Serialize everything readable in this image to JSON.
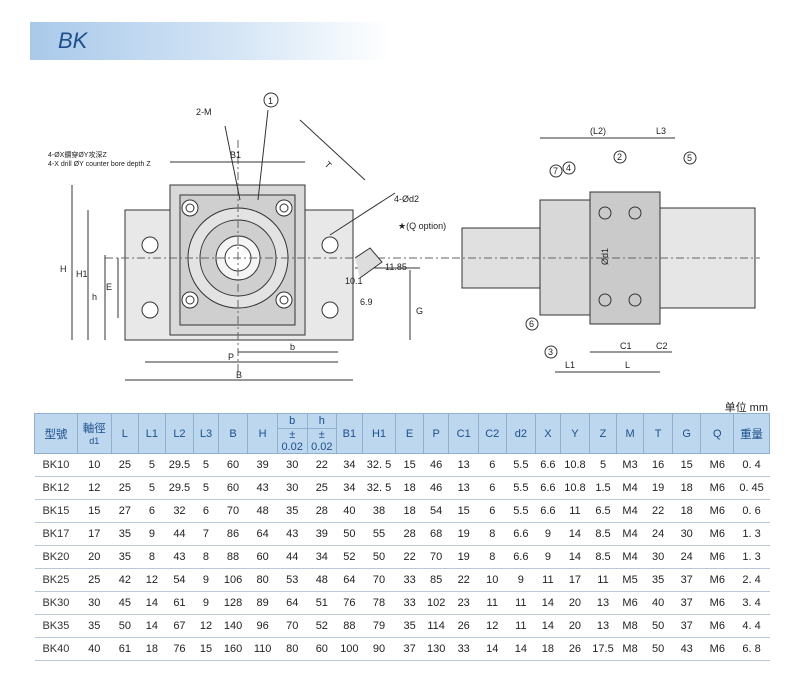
{
  "banner": {
    "title": "BK"
  },
  "drawing_labels": {
    "m2": "2-M",
    "c1": "1",
    "drill_cn": "4-ØX鑽穿ØY攻深Z",
    "drill_en": "4-X drill ØY counter bore depth Z",
    "B1": "B1",
    "T": "T",
    "d2": "4-Ød2",
    "qopt": "★(Q option)",
    "v1185": "11.85",
    "v101": "10.1",
    "v69": "6.9",
    "G": "G",
    "H": "H",
    "H1": "H1",
    "h": "h",
    "E": "E",
    "P": "P",
    "b": "b",
    "B": "B",
    "L2": "(L2)",
    "L3": "L3",
    "n7": "7",
    "n4": "4",
    "n2": "2",
    "n5": "5",
    "d1": "Ød1",
    "n6": "6",
    "n3": "3",
    "C1": "C1",
    "C2": "C2",
    "L1": "L1",
    "L": "L"
  },
  "unit": "单位 mm",
  "table": {
    "headers": [
      "型號",
      "軸徑",
      "L",
      "L1",
      "L2",
      "L3",
      "B",
      "H",
      "b",
      "h",
      "B1",
      "H1",
      "E",
      "P",
      "C1",
      "C2",
      "d2",
      "X",
      "Y",
      "Z",
      "M",
      "T",
      "G",
      "Q",
      "重量"
    ],
    "sub_d1": "d1",
    "tol_b": "± 0.02",
    "tol_h": "± 0.02",
    "rows": [
      [
        "BK10",
        "10",
        "25",
        "5",
        "29.5",
        "5",
        "60",
        "39",
        "30",
        "22",
        "34",
        "32. 5",
        "15",
        "46",
        "13",
        "6",
        "5.5",
        "6.6",
        "10.8",
        "5",
        "M3",
        "16",
        "15",
        "M6",
        "0. 4"
      ],
      [
        "BK12",
        "12",
        "25",
        "5",
        "29.5",
        "5",
        "60",
        "43",
        "30",
        "25",
        "34",
        "32. 5",
        "18",
        "46",
        "13",
        "6",
        "5.5",
        "6.6",
        "10.8",
        "1.5",
        "M4",
        "19",
        "18",
        "M6",
        "0. 45"
      ],
      [
        "BK15",
        "15",
        "27",
        "6",
        "32",
        "6",
        "70",
        "48",
        "35",
        "28",
        "40",
        "38",
        "18",
        "54",
        "15",
        "6",
        "5.5",
        "6.6",
        "11",
        "6.5",
        "M4",
        "22",
        "18",
        "M6",
        "0. 6"
      ],
      [
        "BK17",
        "17",
        "35",
        "9",
        "44",
        "7",
        "86",
        "64",
        "43",
        "39",
        "50",
        "55",
        "28",
        "68",
        "19",
        "8",
        "6.6",
        "9",
        "14",
        "8.5",
        "M4",
        "24",
        "30",
        "M6",
        "1. 3"
      ],
      [
        "BK20",
        "20",
        "35",
        "8",
        "43",
        "8",
        "88",
        "60",
        "44",
        "34",
        "52",
        "50",
        "22",
        "70",
        "19",
        "8",
        "6.6",
        "9",
        "14",
        "8.5",
        "M4",
        "30",
        "24",
        "M6",
        "1. 3"
      ],
      [
        "BK25",
        "25",
        "42",
        "12",
        "54",
        "9",
        "106",
        "80",
        "53",
        "48",
        "64",
        "70",
        "33",
        "85",
        "22",
        "10",
        "9",
        "11",
        "17",
        "11",
        "M5",
        "35",
        "37",
        "M6",
        "2. 4"
      ],
      [
        "BK30",
        "30",
        "45",
        "14",
        "61",
        "9",
        "128",
        "89",
        "64",
        "51",
        "76",
        "78",
        "33",
        "102",
        "23",
        "11",
        "11",
        "14",
        "20",
        "13",
        "M6",
        "40",
        "37",
        "M6",
        "3. 4"
      ],
      [
        "BK35",
        "35",
        "50",
        "14",
        "67",
        "12",
        "140",
        "96",
        "70",
        "52",
        "88",
        "79",
        "35",
        "114",
        "26",
        "12",
        "11",
        "14",
        "20",
        "13",
        "M8",
        "50",
        "37",
        "M6",
        "4. 4"
      ],
      [
        "BK40",
        "40",
        "61",
        "18",
        "76",
        "15",
        "160",
        "110",
        "80",
        "60",
        "100",
        "90",
        "37",
        "130",
        "33",
        "14",
        "14",
        "18",
        "26",
        "17.5",
        "M8",
        "50",
        "43",
        "M6",
        "6. 8"
      ]
    ]
  }
}
